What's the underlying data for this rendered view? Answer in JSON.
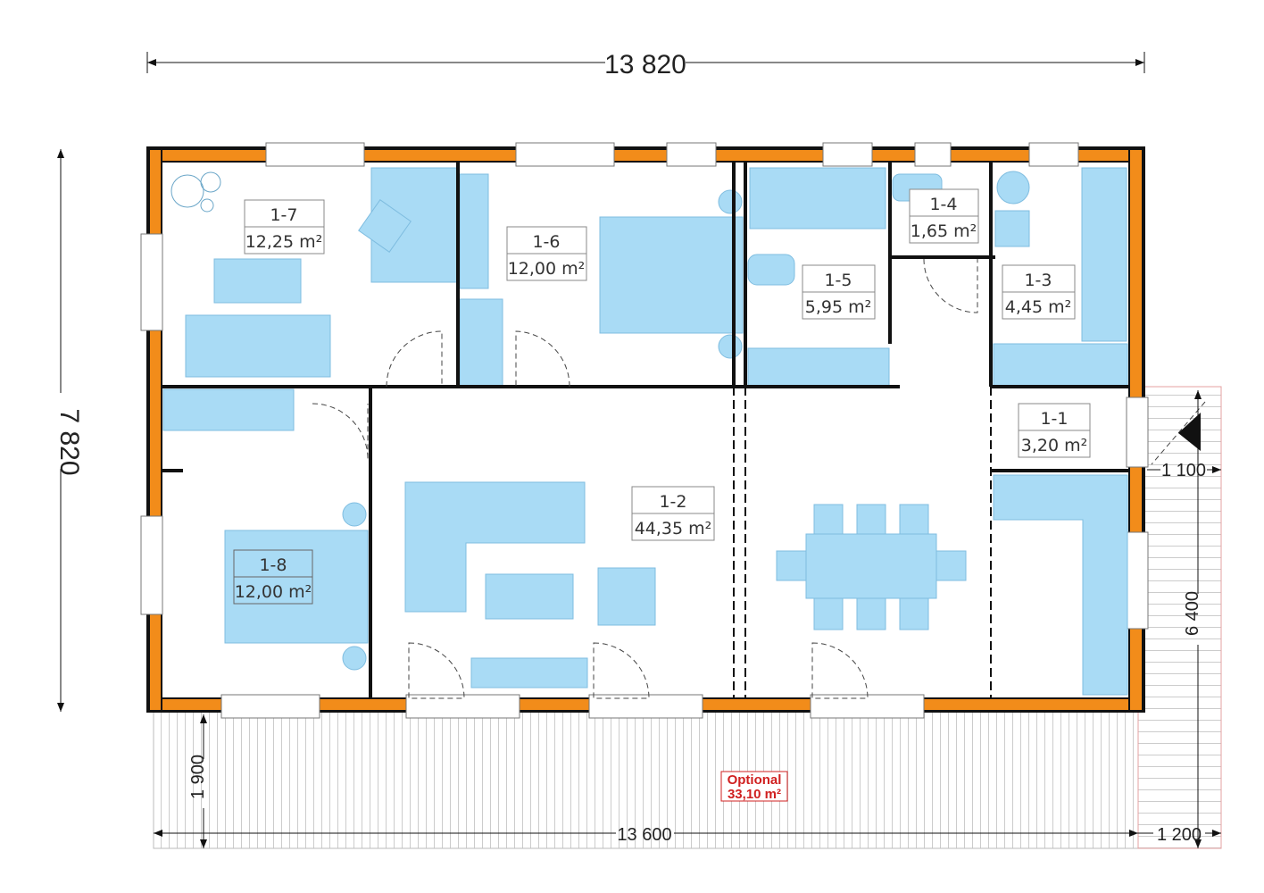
{
  "dimensions": {
    "overall_width": "13 820",
    "overall_depth": "7 820",
    "deck_length": "13 600",
    "deck_depth": "1 900",
    "side_deck_width": "1 200",
    "side_deck_length": "6 400",
    "entrance_width": "1 100"
  },
  "rooms": [
    {
      "id": "1-7",
      "area": "12,25 m²"
    },
    {
      "id": "1-6",
      "area": "12,00 m²"
    },
    {
      "id": "1-5",
      "area": "5,95 m²"
    },
    {
      "id": "1-4",
      "area": "1,65 m²"
    },
    {
      "id": "1-3",
      "area": "4,45 m²"
    },
    {
      "id": "1-2",
      "area": "44,35 m²"
    },
    {
      "id": "1-1",
      "area": "3,20 m²"
    },
    {
      "id": "1-8",
      "area": "12,00 m²"
    }
  ],
  "terrace": {
    "label": "Optional",
    "area": "33,10 m²"
  },
  "colors": {
    "wall": "#f28c1a",
    "furniture": "#a9dbf5",
    "optional": "#d02020"
  }
}
